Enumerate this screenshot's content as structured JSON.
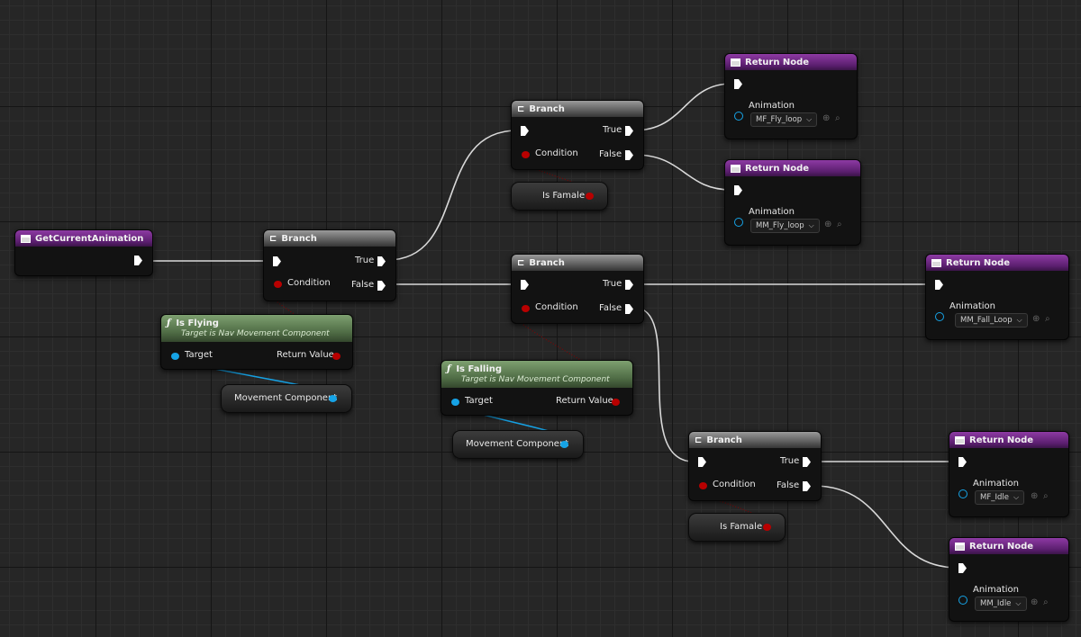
{
  "colors": {
    "exec_wire": "#e6e6e6",
    "bool_wire": "#9a0000",
    "object_wire": "#16a3e6",
    "return_header": "#8d3aa3",
    "branch_header": "#6e6e6e",
    "function_header": "#5b7a50"
  },
  "get_current_animation": {
    "title": "GetCurrentAnimation",
    "icon": "function-entry-icon"
  },
  "branch_labels": {
    "title": "Branch",
    "condition": "Condition",
    "true": "True",
    "false": "False"
  },
  "return_labels": {
    "title": "Return Node",
    "animation": "Animation"
  },
  "return_values": {
    "mf_fly": "MF_Fly_loop",
    "mm_fly": "MM_Fly_loop",
    "mm_fall": "MM_Fall_Loop",
    "mf_idle": "MF_Idle",
    "mm_idle": "MM_Idle"
  },
  "is_flying": {
    "title": "Is Flying",
    "subtitle": "Target is Nav Movement Component",
    "target": "Target",
    "return_value": "Return Value"
  },
  "is_falling": {
    "title": "Is Falling",
    "subtitle": "Target is Nav Movement Component",
    "target": "Target",
    "return_value": "Return Value"
  },
  "pills": {
    "is_famale": "Is Famale",
    "movement_component": "Movement Component"
  },
  "glyphs": {
    "function": "ƒ",
    "branch": "⊏",
    "chevron": "⌵",
    "use": "⊕",
    "browse": "🔍"
  }
}
